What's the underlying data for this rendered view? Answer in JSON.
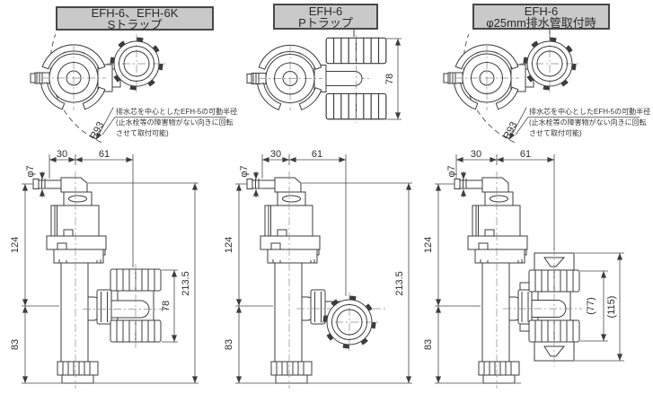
{
  "colors": {
    "line": "#3d3d3d",
    "label_box_bg": "#c9c9c9"
  },
  "panels": [
    {
      "label1": "EFH-6、EFH-6K",
      "label2": "Sトラップ",
      "radius_label": "R93",
      "note1": "排水芯を中心としたEFH-5の可動半径",
      "note2": "(止水栓等の障害物がない向きに回転",
      "note3": "させて取付可能)",
      "dim_inlet": "φ7",
      "dim_w1": "30",
      "dim_w2": "61",
      "dim_h1": "124",
      "dim_h2": "83",
      "dim_trap": "78",
      "dim_total": "213.5"
    },
    {
      "label1": "EFH-6",
      "label2": "Pトラップ",
      "dim_inlet": "φ7",
      "dim_w1": "30",
      "dim_w2": "61",
      "dim_h1": "124",
      "dim_h2": "83",
      "dim_trap": "78",
      "dim_total": "213.5"
    },
    {
      "label1": "EFH-6",
      "label2": "φ25mm排水管取付時",
      "radius_label": "R93",
      "note1": "排水芯を中心としたEFH-5の可動半径",
      "note2": "(止水栓等の障害物がない向きに回転",
      "note3": "させて取付可能)",
      "dim_inlet": "φ7",
      "dim_w1": "30",
      "dim_w2": "61",
      "dim_h1": "124",
      "dim_h2": "83",
      "dim_trap1": "(77)",
      "dim_trap2": "(115)"
    }
  ]
}
